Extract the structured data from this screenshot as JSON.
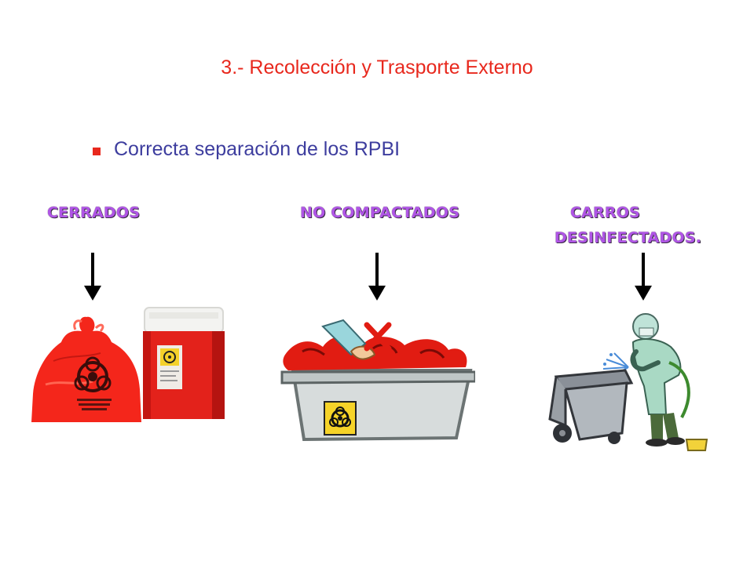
{
  "slide": {
    "title": "3.- Recolección  y Trasporte Externo",
    "bullet": "Correcta separación  de los RPBI",
    "colors": {
      "title": "#e8281d",
      "bullet_text": "#3d3d9e",
      "bullet_marker": "#e8281d",
      "labels": "#b055e6"
    }
  },
  "labels": {
    "closed": "CERRADOS",
    "not_compacted": "NO COMPACTADOS",
    "carts_line1": "CARROS",
    "carts_line2": "DESINFECTADOS."
  },
  "images": {
    "closed": [
      "red-biohazard-bag-icon",
      "red-sharps-container-icon"
    ],
    "not_compacted": [
      "overfilled-biohazard-bin-icon"
    ],
    "carts": [
      "worker-washing-cart-icon"
    ]
  }
}
